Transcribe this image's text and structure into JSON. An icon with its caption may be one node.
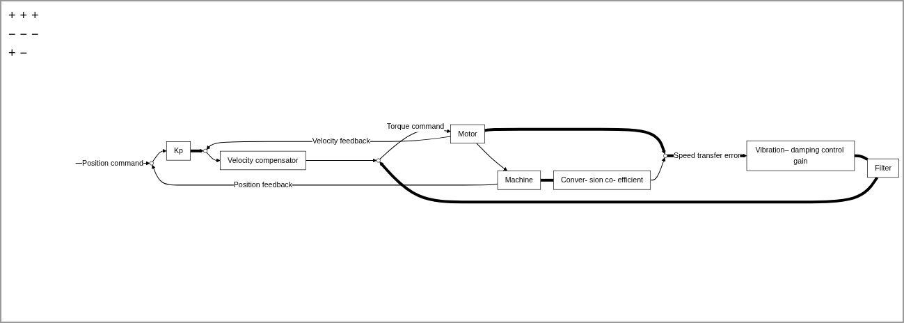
{
  "diagram": {
    "nodes": [
      {
        "text": [],
        "shape": "circle"
      },
      {
        "text": [
          "Kp"
        ]
      },
      {
        "text": [],
        "shape": "circle"
      },
      {
        "text": [
          "Velocity compensator"
        ]
      },
      {
        "text": [],
        "shape": "circle"
      },
      {
        "text": [
          "Motor"
        ]
      },
      {
        "text": [
          "Machine"
        ]
      },
      {
        "text": [
          "Filter"
        ]
      },
      {
        "text": [
          "Vibration– damping control gain"
        ]
      },
      {
        "text": [],
        "shape": "circle"
      },
      {
        "text": [
          "Conver- sion co- efficient"
        ]
      }
    ],
    "edges": [
      {
        "from": null,
        "to": 0,
        "arrow": "to",
        "label": "Position command"
      },
      {
        "from": 0,
        "to": 1,
        "arrow": "to"
      },
      {
        "from": 1,
        "to": 2,
        "arrow": "to",
        "style": "thick"
      },
      {
        "from": 2,
        "to": 3,
        "arrow": "to"
      },
      {
        "from": 3,
        "to": 4,
        "arrow": "to"
      },
      {
        "from": 4,
        "to": 5,
        "arrow": "to",
        "label": "Torque command"
      },
      {
        "from": 5,
        "to": 6,
        "arrow": "to"
      },
      {
        "from": 7,
        "to": 4,
        "arrow": "to",
        "style": "thick"
      },
      {
        "from": 8,
        "to": 7,
        "arrow": "none",
        "style": "thick"
      },
      {
        "from": 9,
        "to": 8,
        "arrow": "to",
        "style": "thick",
        "label": "Speed transfer error"
      },
      {
        "from": 5,
        "to": 9,
        "arrow": "to",
        "style": "thick"
      },
      {
        "from": 10,
        "to": 9,
        "arrow": "to"
      },
      {
        "from": 6,
        "to": 10,
        "arrow": "none",
        "style": "thick"
      },
      {
        "from": 5,
        "to": 2,
        "arrow": "to",
        "label": "Velocity feedback"
      },
      {
        "from": 6,
        "to": 0,
        "arrow": "to",
        "label": "Position feedback"
      }
    ],
    "labels": [
      "+",
      "+",
      "+",
      "−",
      "−",
      "−",
      "+",
      "−"
    ]
  }
}
